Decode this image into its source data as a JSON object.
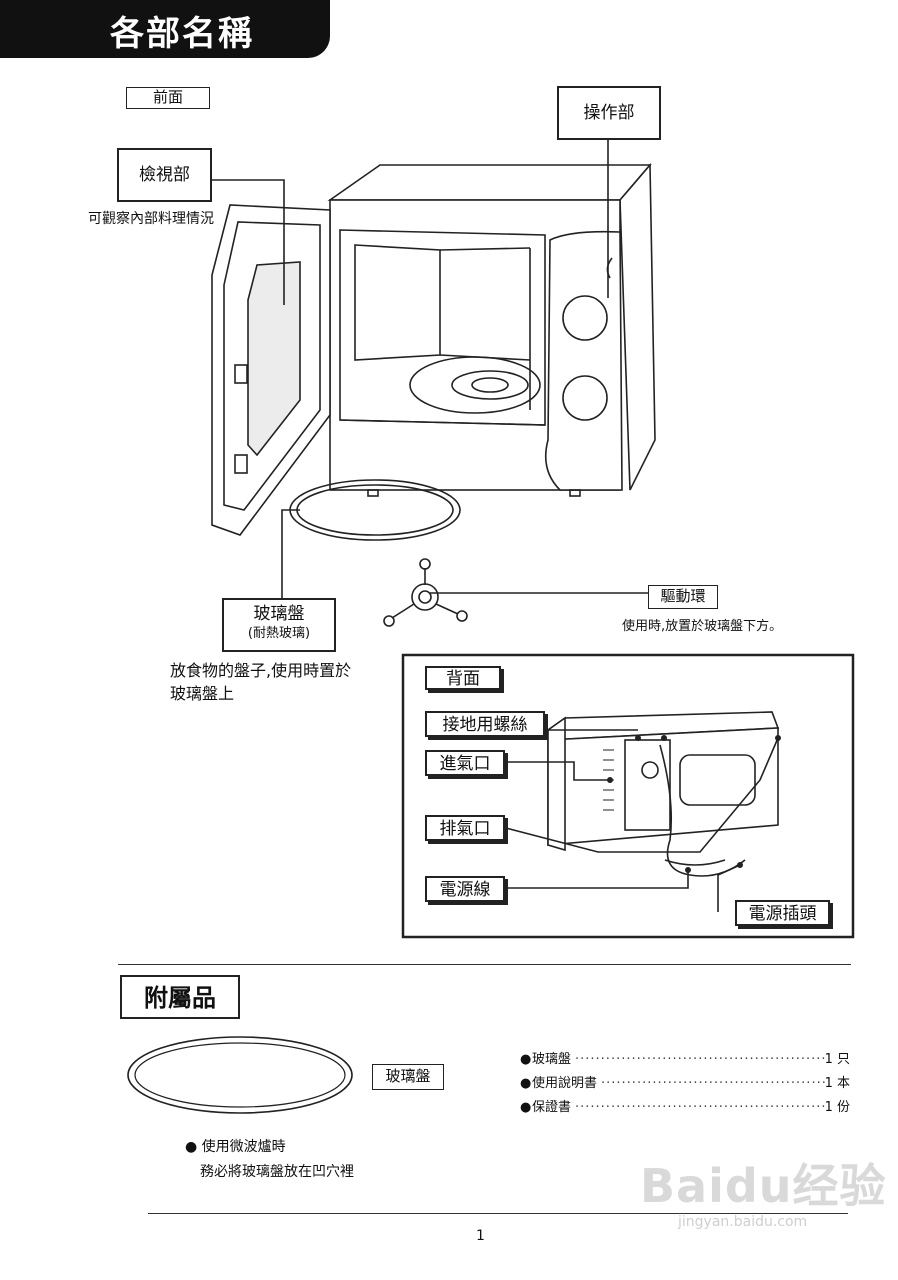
{
  "header": {
    "title": "各部名稱"
  },
  "front": {
    "section_label": "前面",
    "operation_label": "操作部",
    "viewing_label": "檢視部",
    "viewing_desc": "可觀察內部料理情況",
    "glass_label": "玻璃盤",
    "glass_sub": "(耐熱玻璃)",
    "glass_desc_1": "放食物的盤子,使用時置於",
    "glass_desc_2": "玻璃盤上",
    "drive_label": "驅動環",
    "drive_desc": "使用時,放置於玻璃盤下方。"
  },
  "back": {
    "section_label": "背面",
    "ground_label": "接地用螺絲",
    "intake_label": "進氣口",
    "exhaust_label": "排氣口",
    "cord_label": "電源線",
    "plug_label": "電源插頭"
  },
  "accessories": {
    "title": "附屬品",
    "tray_label": "玻璃盤",
    "note_1": "使用微波爐時",
    "note_2": "務必將玻璃盤放在凹穴裡",
    "items": [
      {
        "name": "玻璃盤",
        "qty": "1 只"
      },
      {
        "name": "使用說明書",
        "qty": "1 本"
      },
      {
        "name": "保證書",
        "qty": "1 份"
      }
    ]
  },
  "footer": {
    "page_number": "1"
  },
  "watermark": {
    "brand": "Baidu经验",
    "url": "jingyan.baidu.com"
  }
}
